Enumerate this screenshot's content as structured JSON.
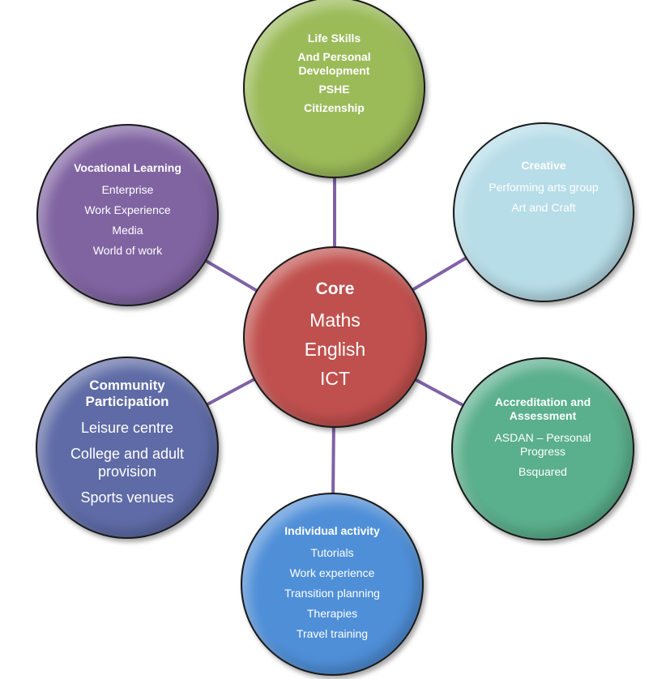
{
  "colors": {
    "line": "#7f62a6"
  },
  "core": {
    "title": "Core",
    "items": [
      "Maths",
      "English",
      "ICT"
    ],
    "color": "#c0504d"
  },
  "life": {
    "items": [
      "Life Skills",
      "And Personal Development",
      "PSHE",
      "Citizenship"
    ],
    "color": "#9bbb59"
  },
  "creative": {
    "title": "Creative",
    "items": [
      "Performing arts group",
      "Art and Craft"
    ],
    "color": "#b7dde8"
  },
  "vocational": {
    "title": "Vocational Learning",
    "items": [
      "Enterprise",
      "Work Experience",
      "Media",
      "World of work"
    ],
    "color": "#8064a2"
  },
  "community": {
    "title": "Community Participation",
    "items": [
      "Leisure centre",
      "College and adult provision",
      "Sports venues"
    ],
    "color": "#5e6ba6"
  },
  "accreditation": {
    "title": "Accreditation and Assessment",
    "items": [
      "ASDAN – Personal Progress",
      "Bsquared"
    ],
    "color": "#5aaf8c"
  },
  "individual": {
    "title": "Individual activity",
    "items": [
      "Tutorials",
      "Work experience",
      "Transition planning",
      "Therapies",
      "Travel training"
    ],
    "color": "#4f8fd8"
  }
}
